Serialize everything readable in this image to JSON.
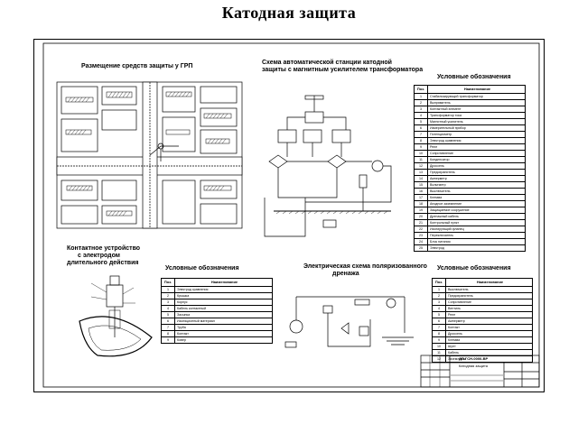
{
  "page": {
    "title": "Катодная защита"
  },
  "sections": {
    "placement_title": "Размещение средств защиты у ГРП",
    "station_title_1": "Схема автоматической станции катодной",
    "station_title_2": "защиты с магнитным усилителем трансформатора",
    "legend_top_title": "Условные обозначения",
    "contact_title_1": "Контактное устройство",
    "contact_title_2": "с электродом",
    "contact_title_3": "длительного действия",
    "legend_left_title": "Условные обозначения",
    "drainage_title_1": "Электрическая схема поляризованного",
    "drainage_title_2": "дренажа",
    "legend_right_title": "Условные обозначения"
  },
  "legend_top": {
    "col_pos": "Поз.",
    "col_name": "Наименование",
    "rows": [
      "Стабилизирующий трансформатор",
      "Выпрямитель",
      "Контактный элемент",
      "Трансформатор тока",
      "Магнитный усилитель",
      "Измерительный прибор",
      "Потенциометр",
      "Электрод сравнения",
      "Реле",
      "Сопротивление",
      "Конденсатор",
      "Дроссель",
      "Предохранитель",
      "Амперметр",
      "Вольтметр",
      "Выключатель",
      "Клемма",
      "Анодное заземление",
      "Защищаемое сооружение",
      "Дренажный кабель",
      "Контрольный пункт",
      "Изолирующий фланец",
      "Переключатель",
      "Блок питания",
      "Электрод"
    ]
  },
  "legend_left": {
    "col_pos": "Поз.",
    "col_name": "Наименование",
    "rows": [
      "Электрод сравнения",
      "Крышка",
      "Корпус",
      "Кабель контактный",
      "Засыпка",
      "Изоляционный материал",
      "Труба",
      "Контакт",
      "Ковер"
    ]
  },
  "legend_right": {
    "col_pos": "Поз.",
    "col_name": "Наименование",
    "rows": [
      "Выключатель",
      "Предохранитель",
      "Сопротивление",
      "Вентиль",
      "Реле",
      "Амперметр",
      "Контакт",
      "Дроссель",
      "Клемма",
      "Шунт",
      "Кабель",
      "Заземление"
    ]
  },
  "stamp": {
    "code": "ДП-ГСН-0000-ВР",
    "name": "Катодная защита"
  }
}
